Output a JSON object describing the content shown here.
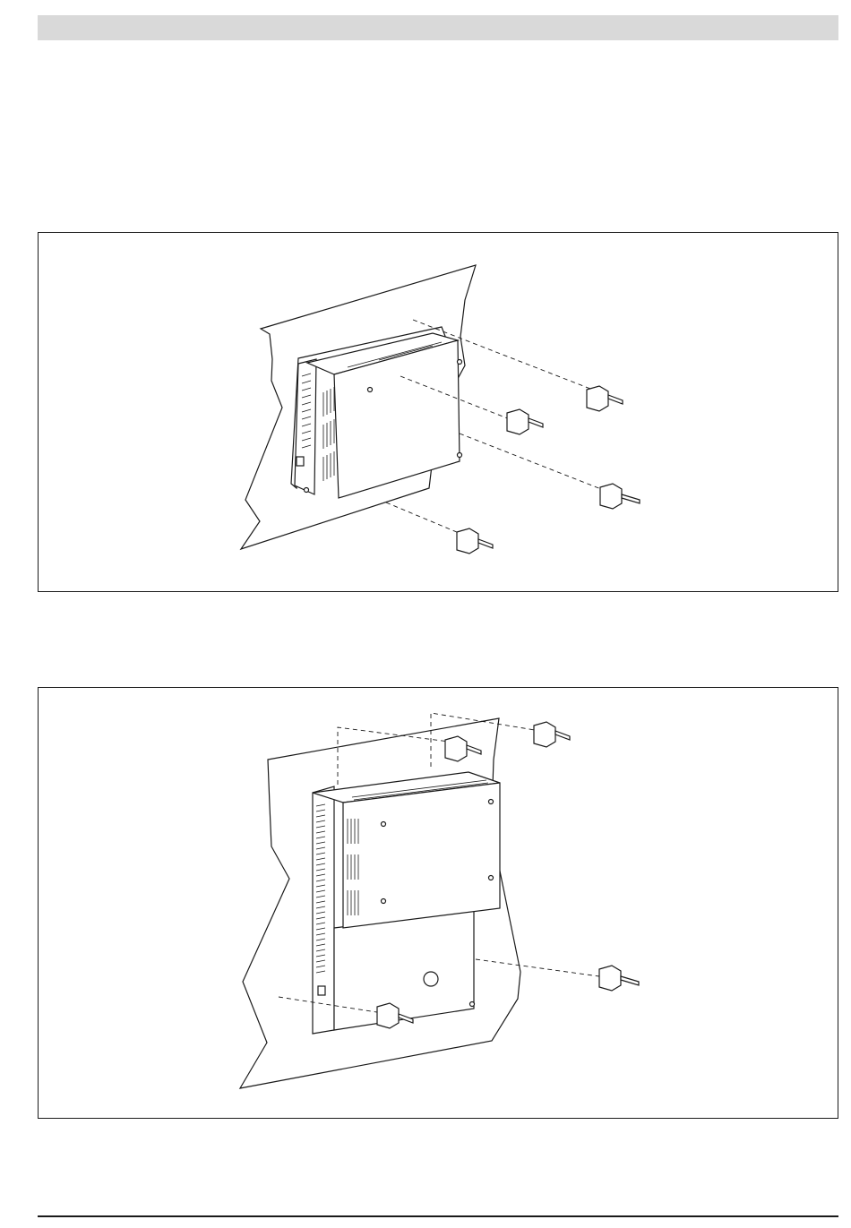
{
  "page": {
    "header_bar_color": "#d9d9d9",
    "line_color": "#1a1a1a"
  },
  "figures": [
    {
      "id": "figure-1",
      "depicts": "oblique-mount"
    },
    {
      "id": "figure-2",
      "depicts": "vertical-mount"
    }
  ]
}
